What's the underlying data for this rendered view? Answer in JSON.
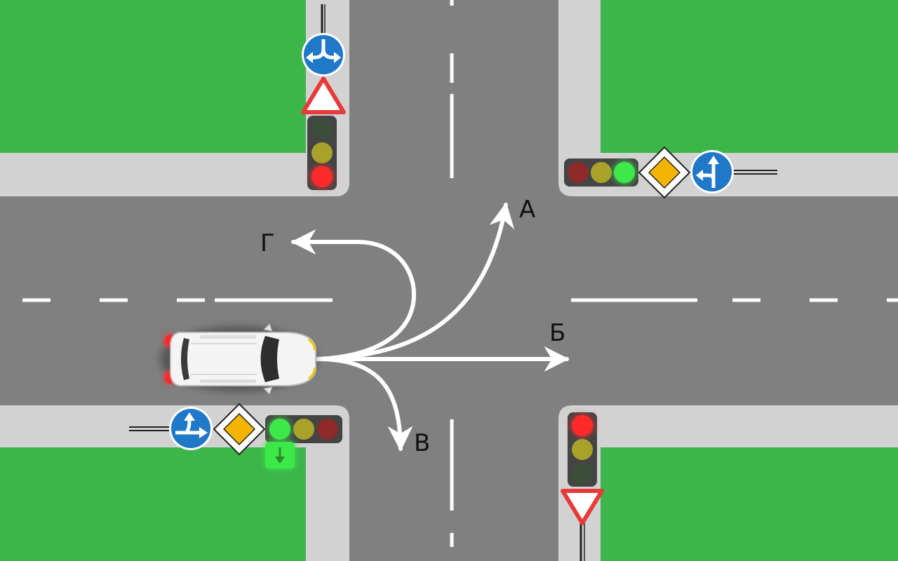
{
  "colors": {
    "grass": "#3cb54a",
    "road": "#808080",
    "sidewalk": "#d2d2d2",
    "marking": "#ffffff",
    "sign_blue": "#1f78c8",
    "sign_yellow": "#f2b400",
    "sign_red": "#e83a3a",
    "light_red_on": "#ff2a2a",
    "light_red_off": "#8e2a2a",
    "light_yellow_dim": "#a8a22a",
    "light_green_on": "#3ee84a",
    "light_green_off": "#3a4e3a",
    "light_body": "#444444"
  },
  "route_labels": {
    "a": "А",
    "b": "Б",
    "v": "В",
    "g": "Г"
  },
  "traffic_lights": {
    "north_west": "red",
    "north_east": "green",
    "south_west": "green",
    "south_west_arrow": "green-arrow-down",
    "south_east": "red"
  },
  "signs": {
    "north_west": [
      "direction-left-right-icon",
      "yield-icon"
    ],
    "north_east": [
      "priority-road-icon",
      "direction-straight-left-icon"
    ],
    "south_west": [
      "direction-straight-right-icon",
      "priority-road-icon"
    ],
    "south_east": [
      "yield-icon"
    ]
  },
  "vehicle": "white-car-icon"
}
